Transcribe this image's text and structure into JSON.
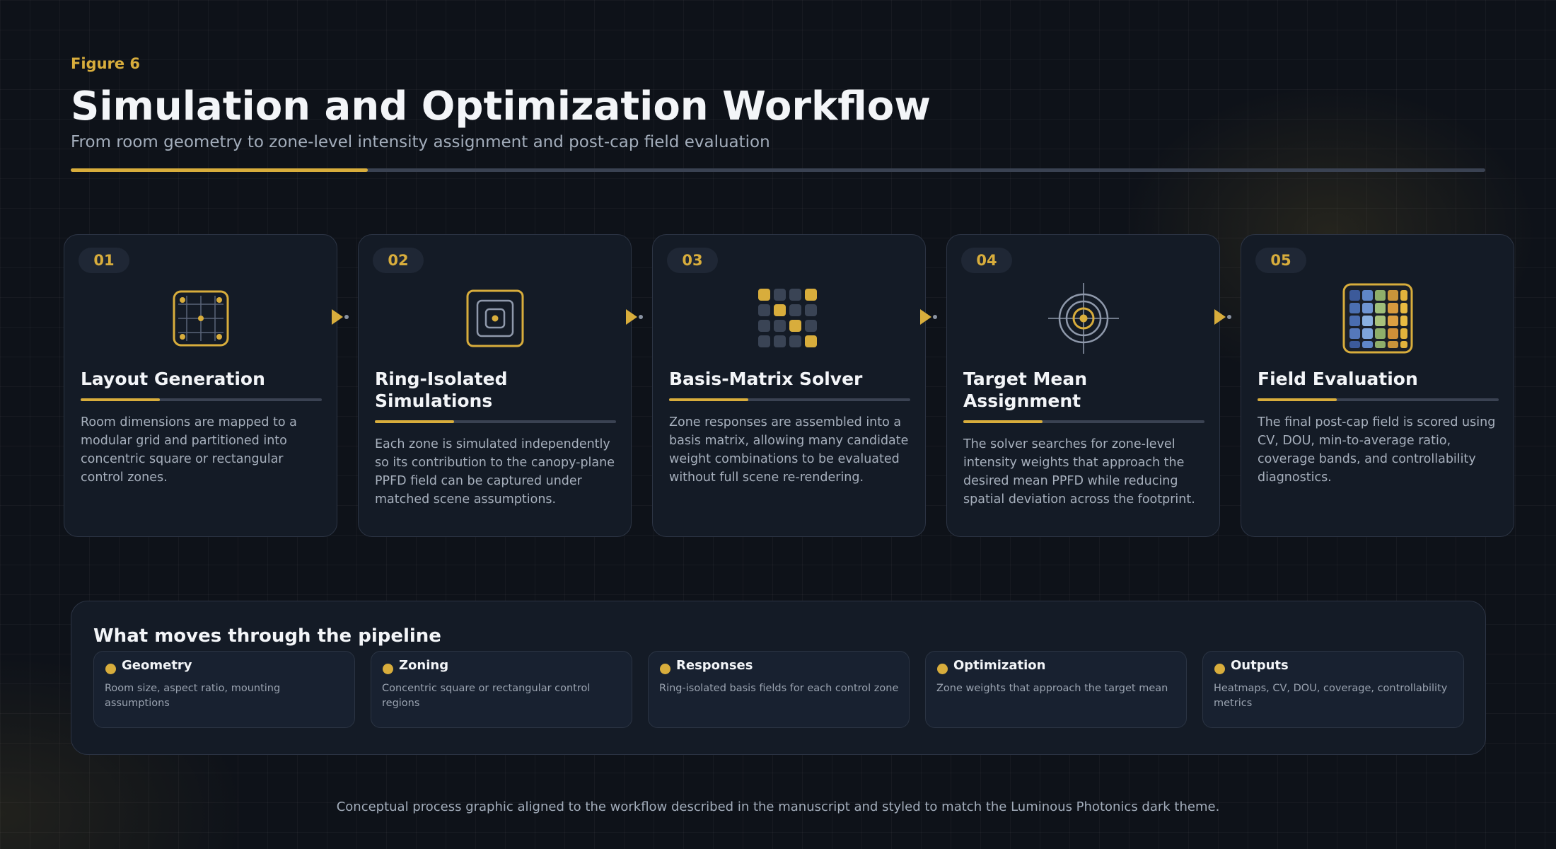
{
  "figure_label": "Figure 6",
  "title": "Simulation and Optimization Workflow",
  "subtitle": "From room geometry to zone-level intensity assignment and post-cap field evaluation",
  "colors": {
    "accent": "#d8ad3c",
    "background": "#0e1219",
    "card": "#141b26",
    "muted_text": "#a7b0bd"
  },
  "steps": [
    {
      "number": "01",
      "icon": "grid-layout-icon",
      "title": "Layout Generation",
      "description": "Room dimensions are mapped to a modular grid and partitioned into concentric square or rectangular control zones."
    },
    {
      "number": "02",
      "icon": "concentric-squares-icon",
      "title": "Ring-Isolated Simulations",
      "description": "Each zone is simulated independently so its contribution to the canopy-plane PPFD field can be captured under matched scene assumptions."
    },
    {
      "number": "03",
      "icon": "matrix-icon",
      "title": "Basis-Matrix Solver",
      "description": "Zone responses are assembled into a basis matrix, allowing many candidate weight combinations to be evaluated without full scene re-rendering."
    },
    {
      "number": "04",
      "icon": "target-icon",
      "title": "Target Mean Assignment",
      "description": "The solver searches for zone-level intensity weights that approach the desired mean PPFD while reducing spatial deviation across the footprint."
    },
    {
      "number": "05",
      "icon": "heatmap-icon",
      "title": "Field Evaluation",
      "description": "The final post-cap field is scored using CV, DOU, min-to-average ratio, coverage bands, and controllability diagnostics."
    }
  ],
  "pipeline": {
    "title": "What moves through the pipeline",
    "items": [
      {
        "title": "Geometry",
        "description": "Room size, aspect ratio, mounting assumptions"
      },
      {
        "title": "Zoning",
        "description": "Concentric square or rectangular control regions"
      },
      {
        "title": "Responses",
        "description": "Ring-isolated basis fields for each control zone"
      },
      {
        "title": "Optimization",
        "description": "Zone weights that approach the target mean"
      },
      {
        "title": "Outputs",
        "description": "Heatmaps, CV, DOU, coverage, controllability metrics"
      }
    ]
  },
  "caption": "Conceptual process graphic aligned to the workflow described in the manuscript and styled to match the Luminous Photonics dark theme."
}
